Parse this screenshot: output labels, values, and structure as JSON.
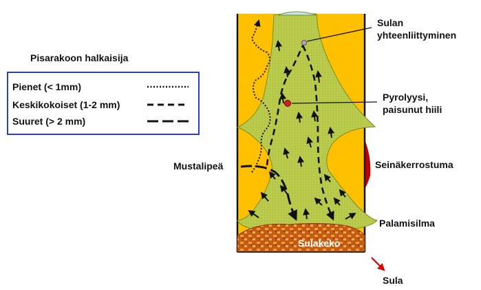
{
  "legend": {
    "title": "Pisarakoon halkaisija",
    "items": [
      {
        "label": "Pienet (< 1mm)",
        "style": "dotted"
      },
      {
        "label": "Keskikokoiset (1-2 mm)",
        "style": "dashed"
      },
      {
        "label": "Suuret (> 2 mm)",
        "style": "long-dashed"
      }
    ]
  },
  "labels": {
    "merging": "Sulan\nyhteenliittyminen",
    "pyrolysis": "Pyrolyysi,\npaisunut hiili",
    "black_liquor": "Mustalipeä",
    "wall_deposit": "Seinäkerrostuma",
    "combustion_eye": "Palamisilma",
    "smelt_bed": "Sulakeko",
    "smelt": "Sula"
  },
  "colors": {
    "furnace_background": "#ffc000",
    "flame_zone": "#b8cc4a",
    "smelt_bed": "#c55a11",
    "wall_deposit": "#c00000",
    "smelt_arrow": "#e00000",
    "legend_border": "#2f3fb5",
    "top_cap": "#bfe6f2"
  }
}
